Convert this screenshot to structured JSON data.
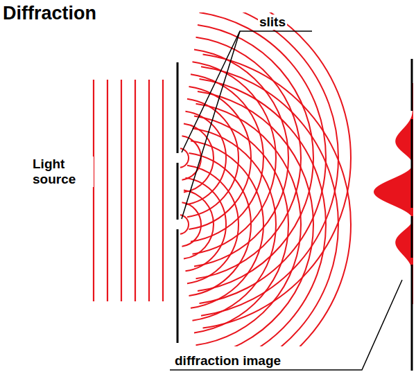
{
  "diagram": {
    "title": "Diffraction",
    "labels": [
      "slits",
      "Light source",
      "diffraction image"
    ]
  }
}
